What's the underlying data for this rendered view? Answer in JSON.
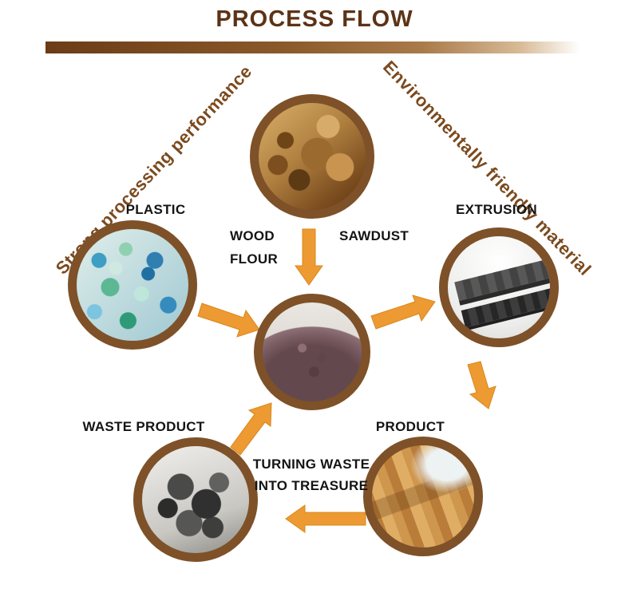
{
  "title": "PROCESS FLOW",
  "slogans": {
    "left": "Strong processing performance",
    "right": "Environmentally friendly material"
  },
  "labels": {
    "plastic": "PLASTIC",
    "wood_flour": {
      "line1": "WOOD",
      "line2": "FLOUR"
    },
    "sawdust": "SAWDUST",
    "extrusion": "EXTRUSION",
    "waste_product": "WASTE PRODUCT",
    "product": "PRODUCT",
    "tagline": {
      "line1": "TURNING WASTE",
      "line2": "INTO TREASURE"
    }
  },
  "photos": {
    "sawdust": "sawdust-pile-photo",
    "plastic": "recycled-plastic-flakes-photo",
    "wood_flour": "wood-flour-powder-photo",
    "extrusion": "extruded-wpc-boards-photo",
    "waste_product": "waste-plastic-lumber-photo",
    "product": "wpc-decking-product-photo"
  },
  "colors": {
    "title_brown": "#5c3317",
    "slogan_brown": "#7b4a1e",
    "arrow_orange": "#EC9A31",
    "circle_border_brown": "#7e5128"
  }
}
